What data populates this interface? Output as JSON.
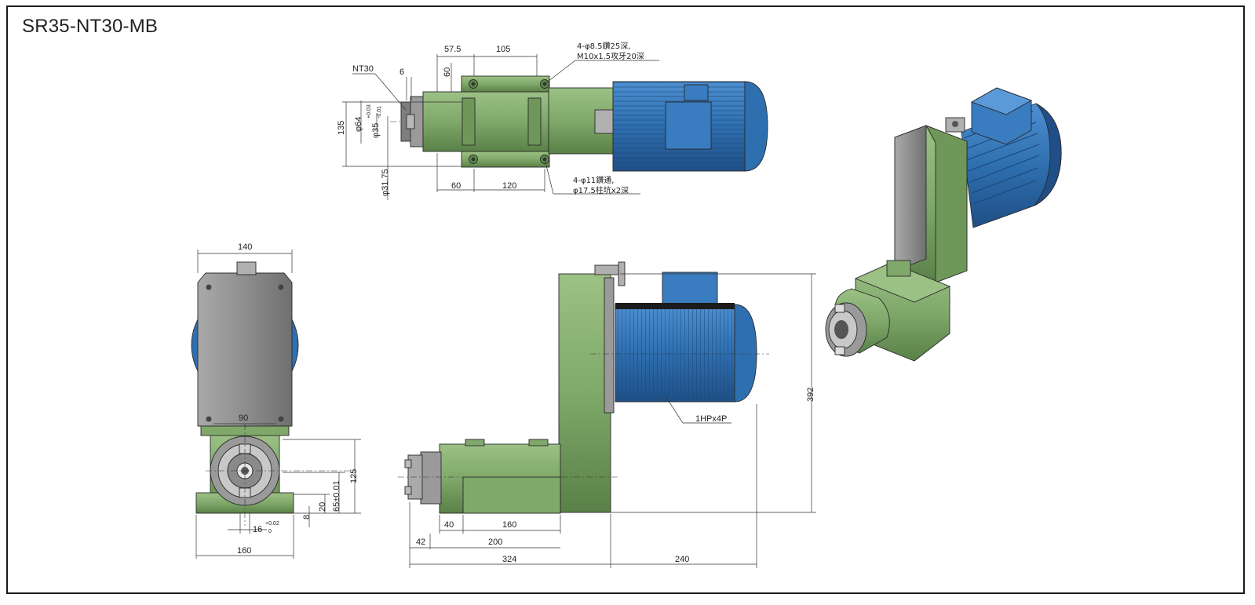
{
  "title": "SR35-NT30-MB",
  "colors": {
    "body_green": "#7fa86a",
    "body_green_dark": "#5e8a4d",
    "motor_blue": "#2e6fb0",
    "motor_blue_dark": "#1f4f86",
    "plate_gray": "#8c8c8c",
    "line": "#333333"
  },
  "top_view": {
    "dims": {
      "d57_5": "57.5",
      "d105": "105",
      "d60v": "60",
      "d6": "6",
      "d135": "135",
      "d64": "φ64",
      "d35": "φ35",
      "d35_tol_up": "+0.03",
      "d35_tol_dn": "-0.01",
      "d31_75": "φ31.75",
      "d60": "60",
      "d120": "120"
    },
    "label_nt30": "NT30",
    "note_holes_top_1": "4-φ8.5鑽25深,",
    "note_holes_top_2": "M10x1.5攻牙20深",
    "note_holes_bot_1": "4-φ11鑽通,",
    "note_holes_bot_2": "φ17.5柱坑x2深"
  },
  "front_view": {
    "dims": {
      "d140": "140",
      "d90": "90",
      "d125": "125",
      "d65": "65±0.01",
      "d20": "20",
      "d8": "8",
      "d16": "16",
      "d16_tol_up": "+0.02",
      "d16_tol_dn": "0",
      "d160": "160"
    }
  },
  "side_view": {
    "dims": {
      "d392": "392",
      "d40": "40",
      "d160": "160",
      "d42": "42",
      "d200": "200",
      "d324": "324",
      "d240": "240"
    },
    "motor_label": "1HPx4P"
  }
}
